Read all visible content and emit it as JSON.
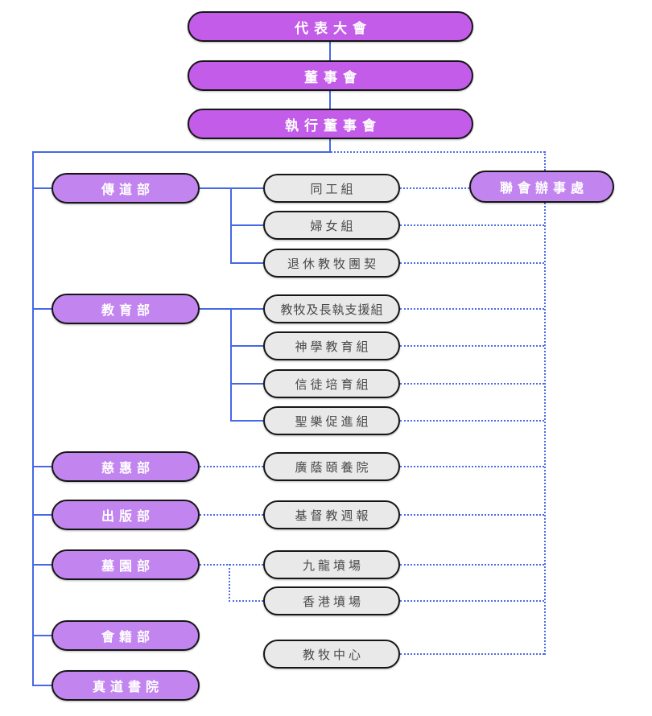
{
  "org": {
    "top_chain": [
      "代表大會",
      "董事會",
      "執行董事會"
    ],
    "office": "聯會辦事處",
    "departments": [
      {
        "label": "傳道部",
        "link_style": "solid",
        "children": [
          "同工組",
          "婦女組",
          "退休教牧團契"
        ]
      },
      {
        "label": "教育部",
        "link_style": "solid",
        "children": [
          "教牧及長執支援組",
          "神學教育組",
          "信徒培育組",
          "聖樂促進組"
        ]
      },
      {
        "label": "慈惠部",
        "link_style": "dotted",
        "children": [
          "廣蔭頤養院"
        ]
      },
      {
        "label": "出版部",
        "link_style": "dotted",
        "children": [
          "基督教週報"
        ]
      },
      {
        "label": "墓園部",
        "link_style": "dotted",
        "children": [
          "九龍墳場",
          "香港墳場"
        ]
      },
      {
        "label": "會籍部",
        "link_style": "solid",
        "children": []
      },
      {
        "label": "真道書院",
        "link_style": "solid",
        "children": []
      }
    ],
    "standalone_unit": "教牧中心"
  },
  "colors": {
    "top_box_fill": "#c35ce9",
    "branch_box_fill": "#c285f0",
    "unit_box_fill": "#e9e9e9",
    "box_border": "#161616",
    "solid_line": "#4668e6",
    "dotted_line": "#4f6ae8",
    "top_text": "#ffffff",
    "unit_text": "#4a4a4a"
  }
}
